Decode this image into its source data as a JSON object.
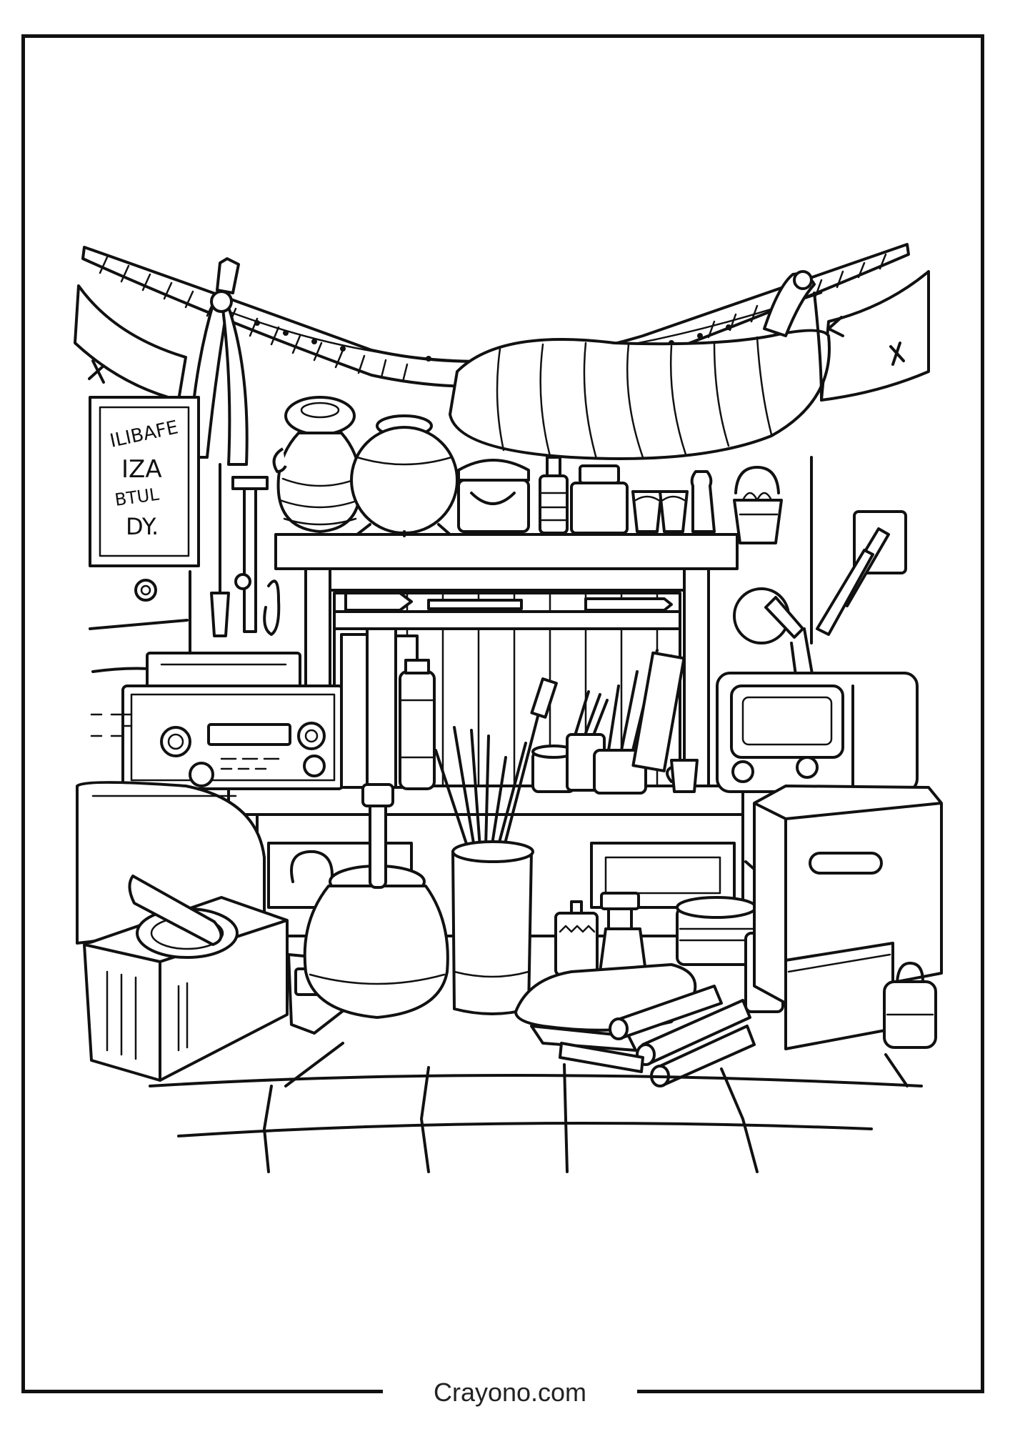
{
  "page": {
    "footer_text": "Crayono.com"
  },
  "scene": {
    "poster_lines": [
      "ILIBAFE",
      "IZA",
      "BTUL",
      "DY."
    ],
    "icons": [
      "bunting-garland",
      "hanging-wrapped-bundle",
      "poster",
      "shelf",
      "vase",
      "round-pot",
      "basket",
      "stereo-receiver",
      "radio",
      "pencil-cup",
      "kettle",
      "toaster",
      "speaker-cabinet",
      "bottles",
      "rolled-papers",
      "pillow",
      "floor-tiles"
    ]
  },
  "colors": {
    "ink": "#111111",
    "paper": "#ffffff"
  }
}
